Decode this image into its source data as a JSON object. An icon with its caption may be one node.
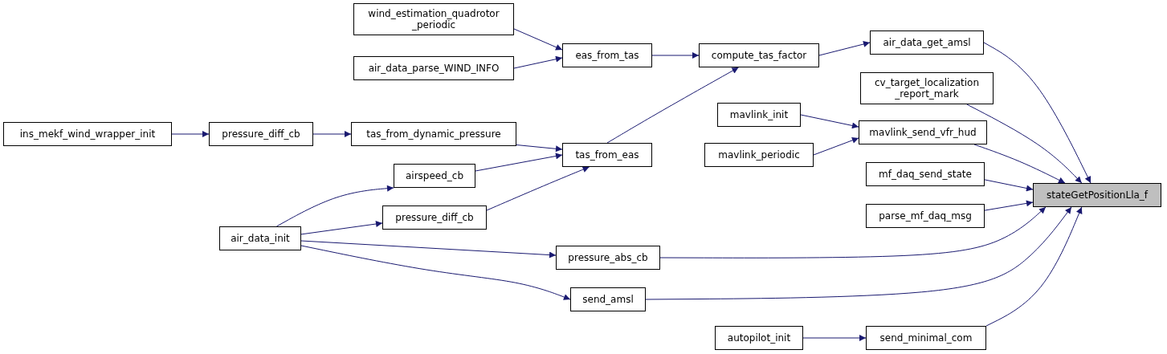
{
  "diagram": {
    "nodes": [
      {
        "text": [
          "stateGetPositionLla_f"
        ]
      },
      {
        "text": [
          "air_data_get_amsl"
        ]
      },
      {
        "text": [
          "cv_target_localization _report_mark"
        ]
      },
      {
        "text": [
          "mavlink_send_vfr_hud"
        ]
      },
      {
        "text": [
          "mf_daq_send_state"
        ]
      },
      {
        "text": [
          "parse_mf_daq_msg"
        ]
      },
      {
        "text": [
          "pressure_abs_cb"
        ]
      },
      {
        "text": [
          "send_amsl"
        ]
      },
      {
        "text": [
          "send_minimal_com"
        ]
      },
      {
        "text": [
          "compute_tas_factor"
        ]
      },
      {
        "text": [
          "mavlink_init"
        ]
      },
      {
        "text": [
          "mavlink_periodic"
        ]
      },
      {
        "text": [
          "eas_from_tas"
        ]
      },
      {
        "text": [
          "tas_from_eas"
        ]
      },
      {
        "text": [
          "autopilot_init"
        ]
      },
      {
        "text": [
          "wind_estimation_quadrotor _periodic"
        ]
      },
      {
        "text": [
          "air_data_parse_WIND_INFO"
        ]
      },
      {
        "text": [
          "tas_from_dynamic_pressure"
        ]
      },
      {
        "text": [
          "airspeed_cb"
        ]
      },
      {
        "text": [
          "pressure_diff_cb"
        ]
      },
      {
        "text": [
          "pressure_diff_cb"
        ]
      },
      {
        "text": [
          "air_data_init"
        ]
      },
      {
        "text": [
          "ins_mekf_wind_wrapper_init"
        ]
      }
    ],
    "edges": [
      {
        "from": 1,
        "to": 0,
        "arrow": "to"
      },
      {
        "from": 2,
        "to": 0,
        "arrow": "to"
      },
      {
        "from": 3,
        "to": 0,
        "arrow": "to"
      },
      {
        "from": 4,
        "to": 0,
        "arrow": "to"
      },
      {
        "from": 5,
        "to": 0,
        "arrow": "to"
      },
      {
        "from": 6,
        "to": 0,
        "arrow": "to"
      },
      {
        "from": 7,
        "to": 0,
        "arrow": "to"
      },
      {
        "from": 8,
        "to": 0,
        "arrow": "to"
      },
      {
        "from": 9,
        "to": 1,
        "arrow": "to"
      },
      {
        "from": 10,
        "to": 3,
        "arrow": "to"
      },
      {
        "from": 11,
        "to": 3,
        "arrow": "to"
      },
      {
        "from": 12,
        "to": 9,
        "arrow": "to"
      },
      {
        "from": 13,
        "to": 9,
        "arrow": "to"
      },
      {
        "from": 15,
        "to": 12,
        "arrow": "to"
      },
      {
        "from": 16,
        "to": 12,
        "arrow": "to"
      },
      {
        "from": 17,
        "to": 13,
        "arrow": "to"
      },
      {
        "from": 18,
        "to": 13,
        "arrow": "to"
      },
      {
        "from": 19,
        "to": 13,
        "arrow": "to"
      },
      {
        "from": 20,
        "to": 17,
        "arrow": "to"
      },
      {
        "from": 22,
        "to": 20,
        "arrow": "to"
      },
      {
        "from": 21,
        "to": 18,
        "arrow": "to"
      },
      {
        "from": 21,
        "to": 19,
        "arrow": "to"
      },
      {
        "from": 21,
        "to": 6,
        "arrow": "to"
      },
      {
        "from": 21,
        "to": 7,
        "arrow": "to"
      },
      {
        "from": 14,
        "to": 8,
        "arrow": "to"
      }
    ]
  }
}
